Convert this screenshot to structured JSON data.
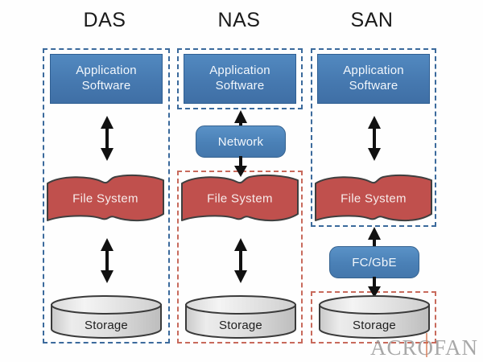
{
  "diagram": {
    "title_row": [
      {
        "id": "das",
        "label": "DAS"
      },
      {
        "id": "nas",
        "label": "NAS"
      },
      {
        "id": "san",
        "label": "SAN"
      }
    ],
    "labels": {
      "application_software": "Application\nSoftware",
      "application_software_line1": "Application",
      "application_software_line2": "Software",
      "file_system": "File System",
      "storage": "Storage",
      "network": "Network",
      "fc_gbe": "FC/GbE"
    },
    "columns": {
      "das": {
        "title": "DAS",
        "blocks": [
          "Application Software",
          "File System",
          "Storage"
        ],
        "boundary_boxes": [
          {
            "style": "blue-dashed",
            "contains": [
              "Application Software",
              "File System",
              "Storage"
            ]
          }
        ],
        "connectors": [
          "double-arrow",
          "double-arrow"
        ]
      },
      "nas": {
        "title": "NAS",
        "blocks": [
          "Application Software",
          "Network",
          "File System",
          "Storage"
        ],
        "boundary_boxes": [
          {
            "style": "blue-dashed",
            "contains": [
              "Application Software"
            ]
          },
          {
            "style": "red-dashed",
            "contains": [
              "File System",
              "Storage"
            ]
          }
        ],
        "connectors": [
          "double-arrow",
          "double-arrow",
          "double-arrow"
        ]
      },
      "san": {
        "title": "SAN",
        "blocks": [
          "Application Software",
          "File System",
          "FC/GbE",
          "Storage"
        ],
        "boundary_boxes": [
          {
            "style": "blue-dashed",
            "contains": [
              "Application Software",
              "File System"
            ]
          },
          {
            "style": "red-dashed",
            "contains": [
              "Storage"
            ]
          }
        ],
        "connectors": [
          "double-arrow",
          "double-arrow",
          "double-arrow"
        ]
      }
    },
    "colors": {
      "blue_fill": "#4679b0",
      "blue_border": "#2f5f93",
      "red_fill": "#c0504d",
      "red_border": "#3f3f3f",
      "gray_fill": "#d9d9d9",
      "dashed_blue": "#3b6a9c",
      "dashed_red": "#c86a5c",
      "arrow": "#111111",
      "background": "#fefefe",
      "watermark": "#9a9a9a",
      "watermark_accent": "#d4704a"
    },
    "watermark": {
      "text": "ACROFAN",
      "part_a": "ACR",
      "part_o": "O",
      "part_b": "FAN"
    }
  }
}
